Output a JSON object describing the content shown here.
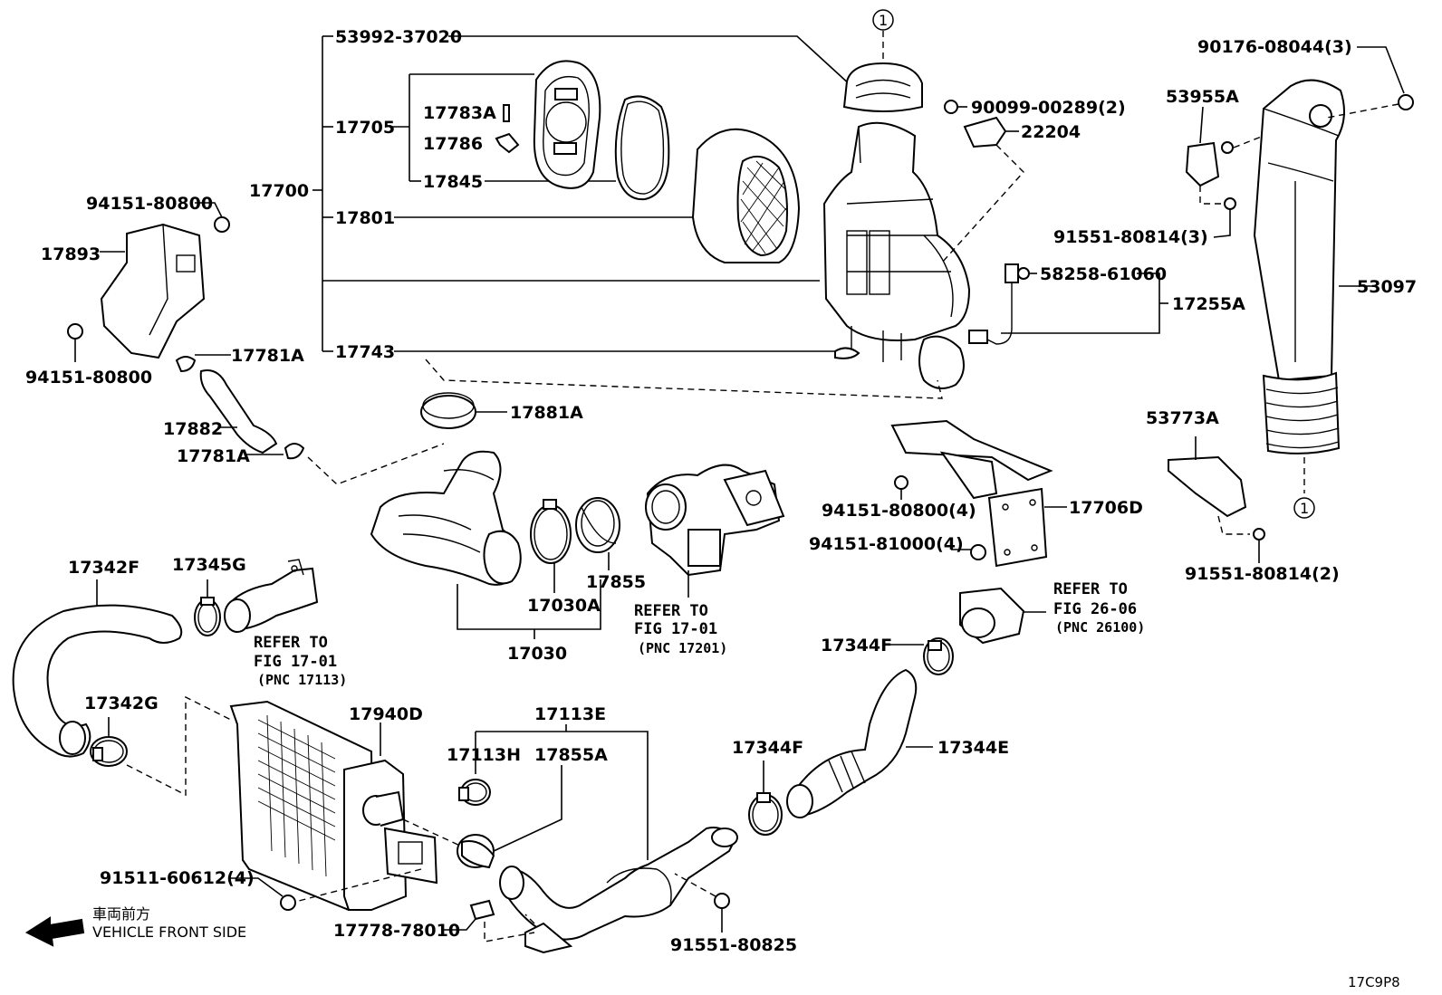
{
  "labels": {
    "l_53992": "53992-37020",
    "l_17705": "17705",
    "l_17783A": "17783A",
    "l_17786": "17786",
    "l_17845": "17845",
    "l_17700": "17700",
    "l_17801": "17801",
    "l_17743": "17743",
    "l_90099": "90099-00289(2)",
    "l_22204": "22204",
    "l_58258": "58258-61060",
    "l_17255A": "17255A",
    "l_90176": "90176-08044(3)",
    "l_53955A": "53955A",
    "l_91551a": "91551-80814(3)",
    "l_53097": "53097",
    "l_53773A": "53773A",
    "l_91551b": "91551-80814(2)",
    "l_94151a": "94151-80800",
    "l_17893": "17893",
    "l_94151b": "94151-80800",
    "l_17781A_top": "17781A",
    "l_17882": "17882",
    "l_17781A_bot": "17781A",
    "l_17881A": "17881A",
    "l_94151c": "94151-80800(4)",
    "l_94151d": "94151-81000(4)",
    "l_17706D": "17706D",
    "l_17342F": "17342F",
    "l_17345G": "17345G",
    "l_17855": "17855",
    "l_17030A": "17030A",
    "l_17030": "17030",
    "l_17342G": "17342G",
    "l_17940D": "17940D",
    "l_17113E": "17113E",
    "l_17113H": "17113H",
    "l_17855A": "17855A",
    "l_17344F_top": "17344F",
    "l_17344F_bot": "17344F",
    "l_17344E": "17344E",
    "l_91511": "91511-60612(4)",
    "l_17778": "17778-78010",
    "l_91551c": "91551-80825"
  },
  "refs": {
    "ref1_line1": "REFER TO",
    "ref1_line2": "FIG 17-01",
    "ref1_line3": "(PNC 17113)",
    "ref2_line1": "REFER TO",
    "ref2_line2": "FIG 17-01",
    "ref2_line3": "(PNC 17201)",
    "ref3_line1": "REFER TO",
    "ref3_line2": "FIG 26-06",
    "ref3_line3": "(PNC 26100)"
  },
  "markers": {
    "circle_top": "1",
    "circle_bottom": "1"
  },
  "footer": {
    "direction_jp": "車両前方",
    "direction_en": "VEHICLE FRONT SIDE",
    "diagram_code": "17C9P8"
  }
}
